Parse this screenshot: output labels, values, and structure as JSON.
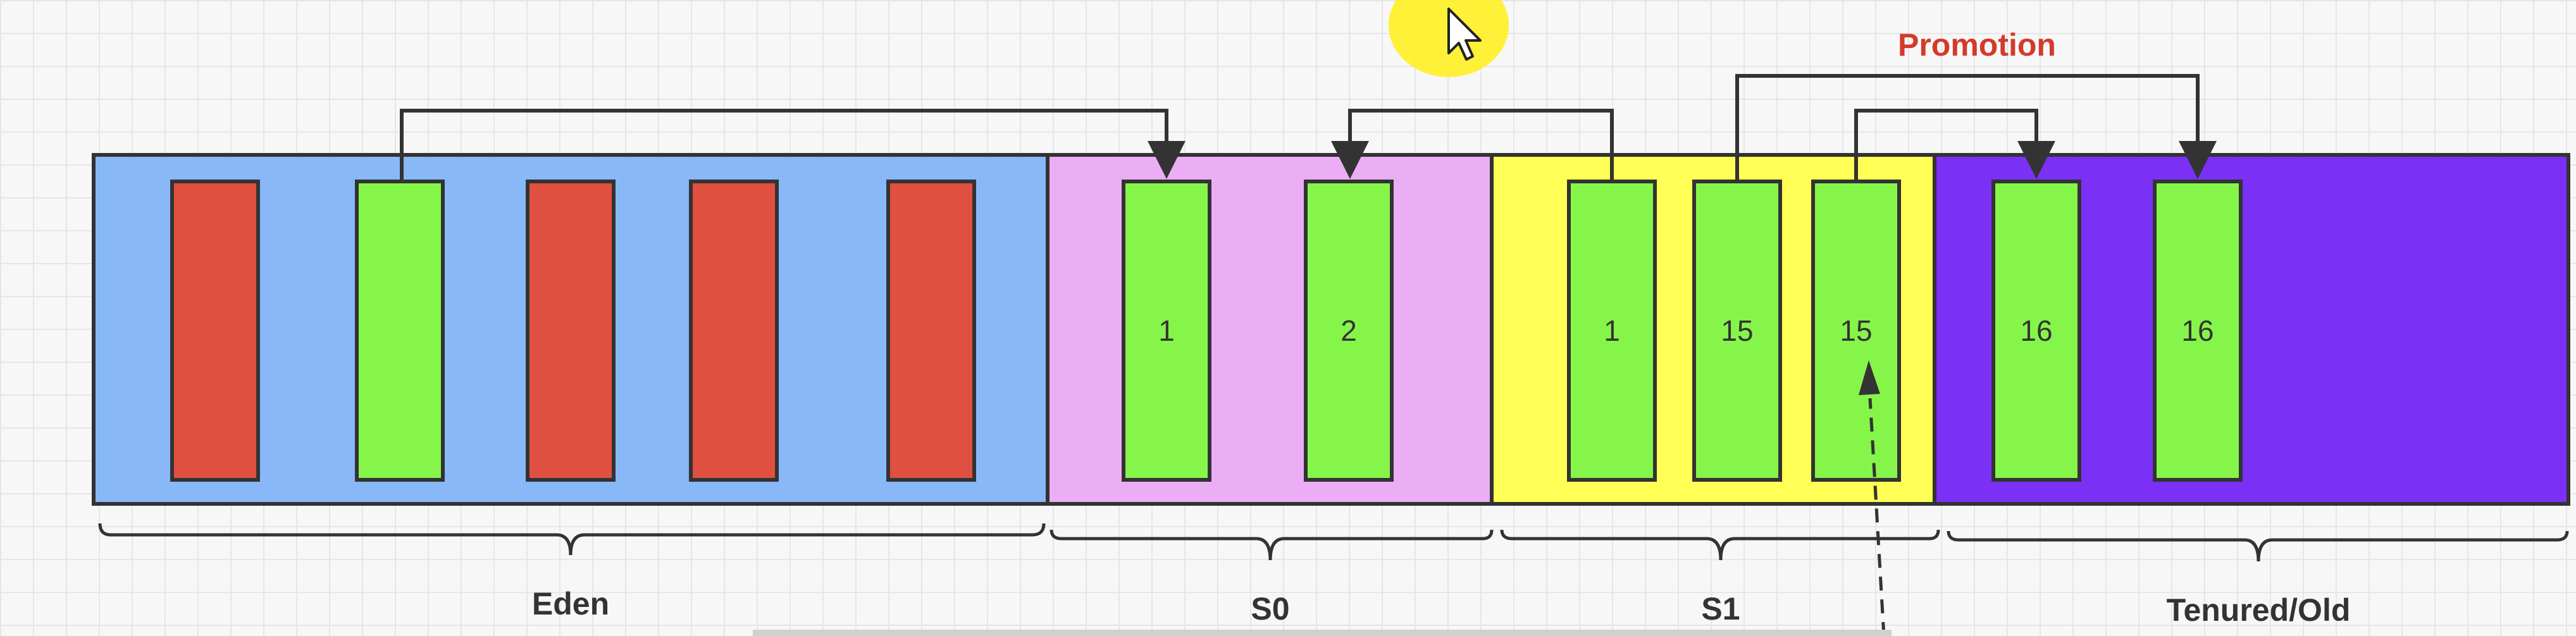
{
  "diagram": {
    "promotion_label": "Promotion",
    "regions": [
      {
        "id": "eden",
        "label": "Eden",
        "color": "#89b8f8"
      },
      {
        "id": "s0",
        "label": "S0",
        "color": "#ebaef5"
      },
      {
        "id": "s1",
        "label": "S1",
        "color": "#ffff55"
      },
      {
        "id": "tenured",
        "label": "Tenured/Old",
        "color": "#7b30f5"
      }
    ],
    "objects": [
      {
        "region": "eden",
        "state": "garbage",
        "label": ""
      },
      {
        "region": "eden",
        "state": "live",
        "label": ""
      },
      {
        "region": "eden",
        "state": "garbage",
        "label": ""
      },
      {
        "region": "eden",
        "state": "garbage",
        "label": ""
      },
      {
        "region": "eden",
        "state": "garbage",
        "label": ""
      },
      {
        "region": "s0",
        "state": "live",
        "label": "1"
      },
      {
        "region": "s0",
        "state": "live",
        "label": "2"
      },
      {
        "region": "s1",
        "state": "live",
        "label": "1"
      },
      {
        "region": "s1",
        "state": "live",
        "label": "15"
      },
      {
        "region": "s1",
        "state": "live",
        "label": "15"
      },
      {
        "region": "tenured",
        "state": "live",
        "label": "16"
      },
      {
        "region": "tenured",
        "state": "live",
        "label": "16"
      }
    ],
    "colors": {
      "garbage": "#e05040",
      "live": "#86f54a",
      "arrow": "#333333",
      "promotion": "#d43a2a",
      "cursor_highlight": "#ffee22"
    },
    "icons": {
      "cursor": "mouse-pointer-icon"
    }
  }
}
